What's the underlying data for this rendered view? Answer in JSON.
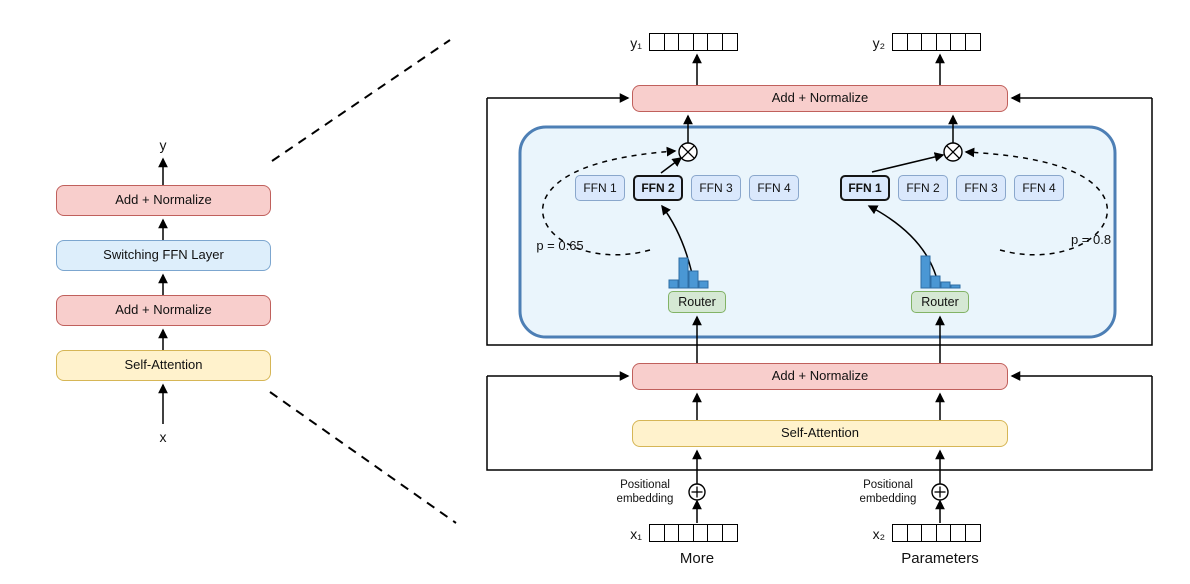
{
  "diagram": {
    "left_module": {
      "output_label": "y",
      "input_label": "x",
      "blocks": [
        {
          "label": "Add + Normalize",
          "type": "add-normalize"
        },
        {
          "label": "Switching FFN Layer",
          "type": "switching-ffn-layer"
        },
        {
          "label": "Add + Normalize",
          "type": "add-normalize"
        },
        {
          "label": "Self-Attention",
          "type": "self-attention"
        }
      ]
    },
    "detail": {
      "add_normalize_top": "Add + Normalize",
      "add_normalize_mid": "Add + Normalize",
      "self_attention": "Self-Attention",
      "positional_embedding_label": "Positional embedding",
      "tokens": {
        "y1": "y₁",
        "y2": "y₂",
        "x1": "x₁",
        "x2": "x₂",
        "x1_caption": "More",
        "x2_caption": "Parameters",
        "cells_per_token": 6
      },
      "experts_left": {
        "ffn": [
          "FFN 1",
          "FFN 2",
          "FFN 3",
          "FFN 4"
        ],
        "selected_index": 1,
        "router_label": "Router",
        "probability_label": "p = 0.65",
        "histogram": [
          8,
          30,
          17,
          7
        ]
      },
      "experts_right": {
        "ffn": [
          "FFN 1",
          "FFN 2",
          "FFN 3",
          "FFN 4"
        ],
        "selected_index": 0,
        "router_label": "Router",
        "probability_label": "p = 0.8",
        "histogram": [
          32,
          12,
          6,
          3
        ]
      }
    },
    "icons": {
      "multiply_gate": "⊗",
      "add_gate": "⊕"
    },
    "colors": {
      "add_normalize_fill": "#f8cecc",
      "add_normalize_stroke": "#c0605c",
      "self_attention_fill": "#fff2cc",
      "self_attention_stroke": "#d6b656",
      "switch_layer_fill": "#ddeefb",
      "switch_layer_stroke": "#7ca6cf",
      "switch_box_fill": "#eaf5fc",
      "switch_box_stroke": "#4d7fb5",
      "ffn_fill": "#dae8fc",
      "ffn_stroke": "#8aa7cc",
      "router_fill": "#d5e8d4",
      "router_stroke": "#82b366",
      "histogram_fill": "#4a97d4"
    }
  }
}
